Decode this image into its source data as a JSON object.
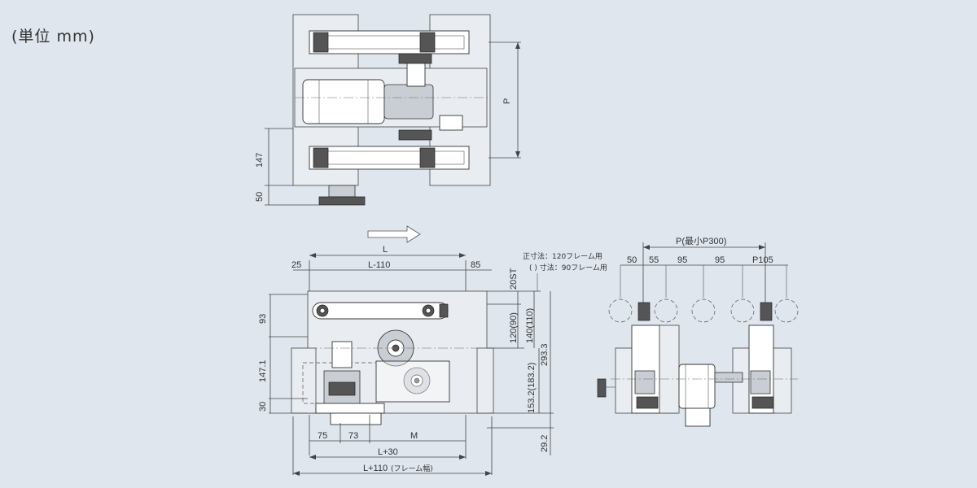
{
  "unit_label": "(単位 mm)",
  "top_view": {
    "dims": {
      "p": "P",
      "d147": "147",
      "d50": "50"
    }
  },
  "front_view": {
    "dims": {
      "L": "L",
      "d25": "25",
      "L110": "L-110",
      "d85": "85",
      "d20st": "20ST",
      "d93": "93",
      "d1471": "147.1",
      "d30": "30",
      "d12090": "120(90)",
      "d140110": "140(110)",
      "d1532": "153.2(183.2)",
      "d2933": "293.3",
      "d292": "29.2",
      "d75": "75",
      "d73": "73",
      "M": "M",
      "L30": "L+30",
      "L110frame": "L+110",
      "frame_width": "(フレーム幅)"
    },
    "note_line1": "正寸法：120フレーム用",
    "note_line2": "( ) 寸法：90フレーム用"
  },
  "side_view": {
    "dims": {
      "p_min": "P(最小P300)",
      "d50": "50",
      "d55": "55",
      "d95a": "95",
      "d95b": "95",
      "p105": "P105"
    }
  }
}
